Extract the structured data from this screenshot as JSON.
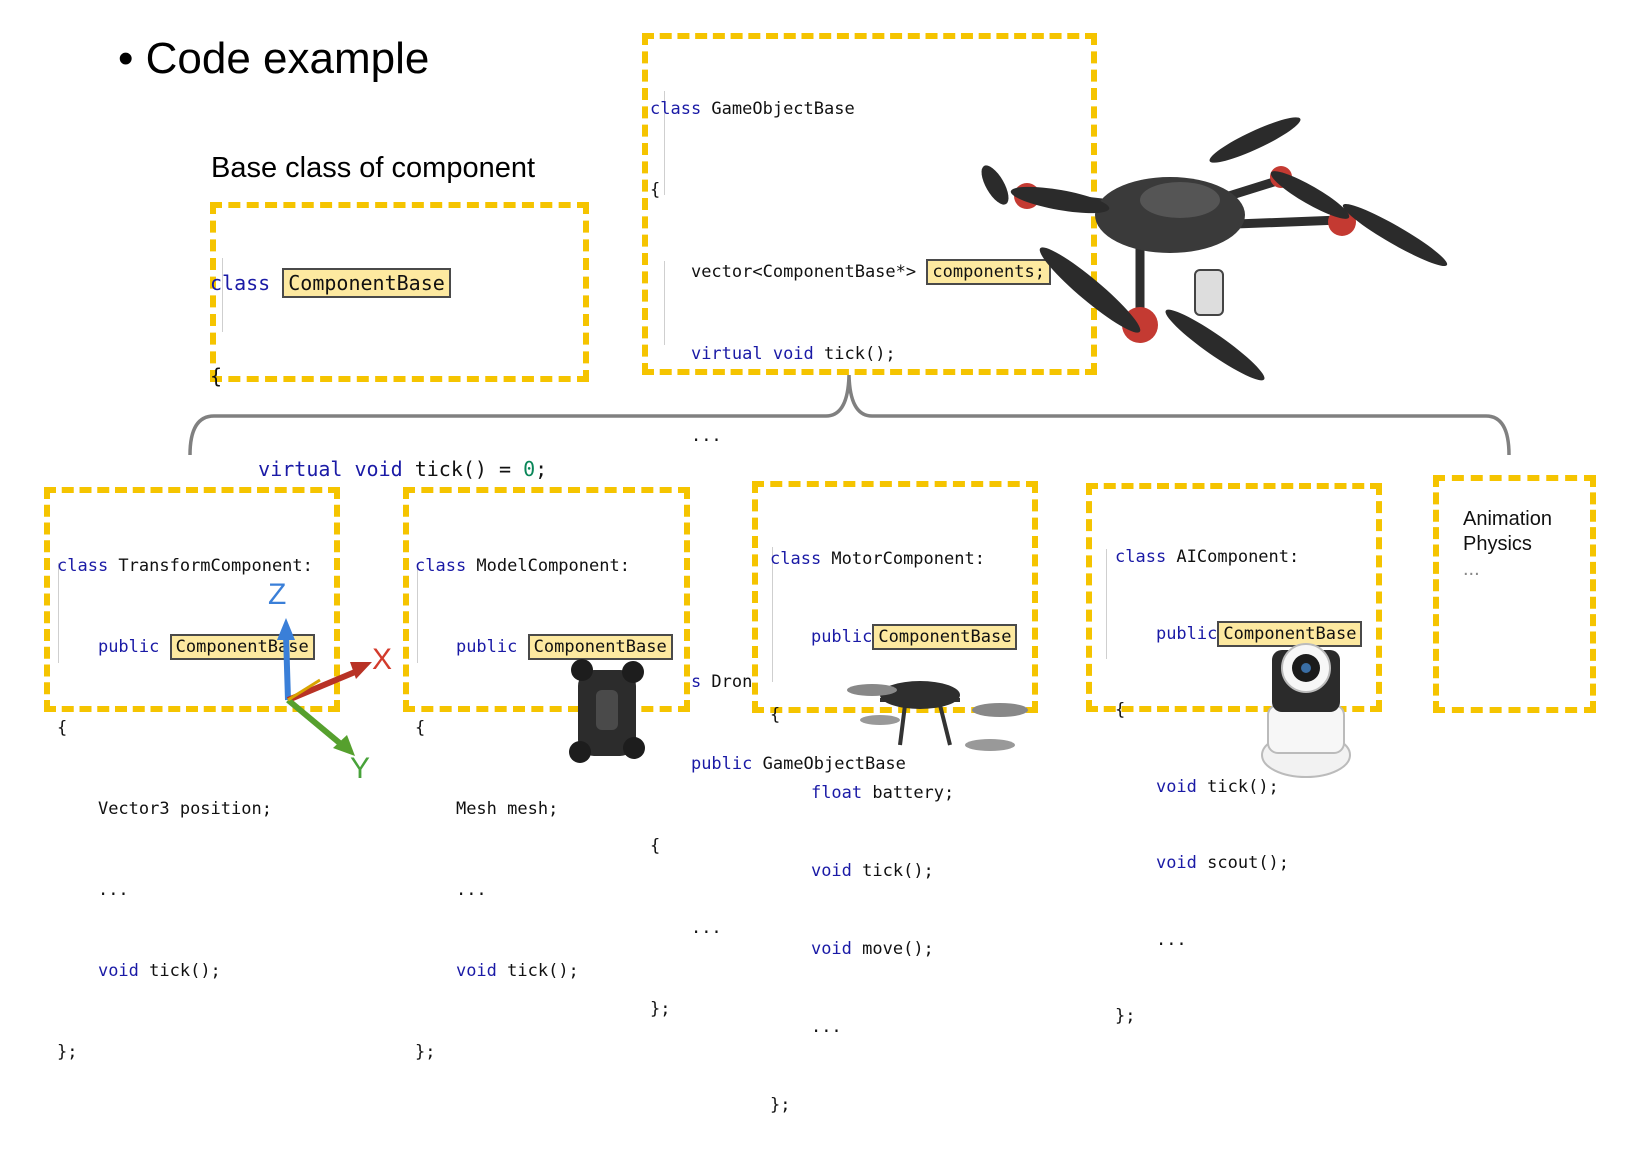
{
  "title": "Code example",
  "base_heading": "Base class of component",
  "colors": {
    "box_border": "#f5c400",
    "keyword": "#1a1aa6",
    "number": "#098658",
    "highlight": "#fde9a0",
    "bracket": "#808080"
  },
  "base_box": {
    "l1_kw": "class",
    "l1_name": "ComponentBase",
    "l2": "{",
    "l3_kw": "virtual void",
    "l3_rest": " tick() = ",
    "l3_num": "0",
    "l3_end": ";",
    "l4": "...",
    "l5": "};"
  },
  "game_box": {
    "l1_kw": "class",
    "l1_name": " GameObjectBase",
    "l2": "{",
    "l3_text": "vector<ComponentBase*> ",
    "l3_hl": "components;",
    "l4_kw": "virtual void",
    "l4_rest": " tick();",
    "l5": "...",
    "l6": "};",
    "l7_kw": "class",
    "l7_name": " Drone:",
    "l8_kw": "public",
    "l8_name": " GameObjectBase",
    "l9": "{",
    "l10": "...",
    "l11": "};"
  },
  "transform_box": {
    "l1_kw": "class",
    "l1_name": " TransformComponent:",
    "l2_kw": "public",
    "l2_hl": "ComponentBase",
    "l3": "{",
    "l4": "Vector3 position;",
    "l5": "...",
    "l6_kw": "void",
    "l6_rest": " tick();",
    "l7": "};"
  },
  "model_box": {
    "l1_kw": "class",
    "l1_name": " ModelComponent:",
    "l2_kw": "public",
    "l2_hl": "ComponentBase",
    "l3": "{",
    "l4": "Mesh mesh;",
    "l5": "...",
    "l6_kw": "void",
    "l6_rest": " tick();",
    "l7": "};"
  },
  "motor_box": {
    "l1_kw": "class",
    "l1_name": " MotorComponent:",
    "l2_kw": "public",
    "l2_hl": "ComponentBase",
    "l3": "{",
    "l4_kw": "float",
    "l4_rest": " battery;",
    "l5_kw": "void",
    "l5_rest": " tick();",
    "l6_kw": "void",
    "l6_rest": " move();",
    "l7": "...",
    "l8": "};"
  },
  "ai_box": {
    "l1_kw": "class",
    "l1_name": " AIComponent:",
    "l2_kw": "public",
    "l2_hl": "ComponentBase",
    "l3": "{",
    "l4_kw": "void",
    "l4_rest": " tick();",
    "l5_kw": "void",
    "l5_rest": " scout();",
    "l6": "...",
    "l7": "};"
  },
  "other_box": {
    "line1": "Animation",
    "line2": "Physics",
    "line3": "..."
  },
  "axes": {
    "x": "X",
    "y": "Y",
    "z": "Z"
  },
  "images": [
    "drone-photo",
    "folded-drone-photo",
    "motor-drone-photo",
    "security-camera-photo"
  ]
}
